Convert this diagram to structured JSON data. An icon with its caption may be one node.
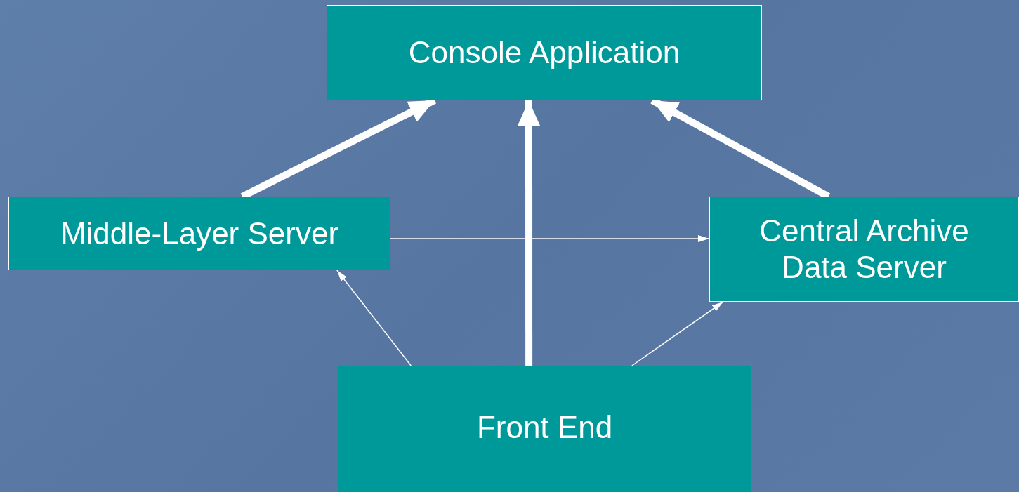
{
  "diagram": {
    "nodes": [
      {
        "text": [
          "Console Application"
        ]
      },
      {
        "text": [
          "Middle-Layer Server"
        ]
      },
      {
        "text": [
          "Central Archive Data Server"
        ]
      },
      {
        "text": [
          "Front End"
        ]
      }
    ],
    "edges": [
      {
        "from": 1,
        "to": 0,
        "arrow": "to",
        "style": "thick"
      },
      {
        "from": 3,
        "to": 0,
        "arrow": "to",
        "style": "thick"
      },
      {
        "from": 2,
        "to": 0,
        "arrow": "to",
        "style": "thick"
      },
      {
        "from": 1,
        "to": 2,
        "arrow": "to"
      },
      {
        "from": 3,
        "to": 1,
        "arrow": "to"
      },
      {
        "from": 3,
        "to": 2,
        "arrow": "to"
      }
    ]
  }
}
